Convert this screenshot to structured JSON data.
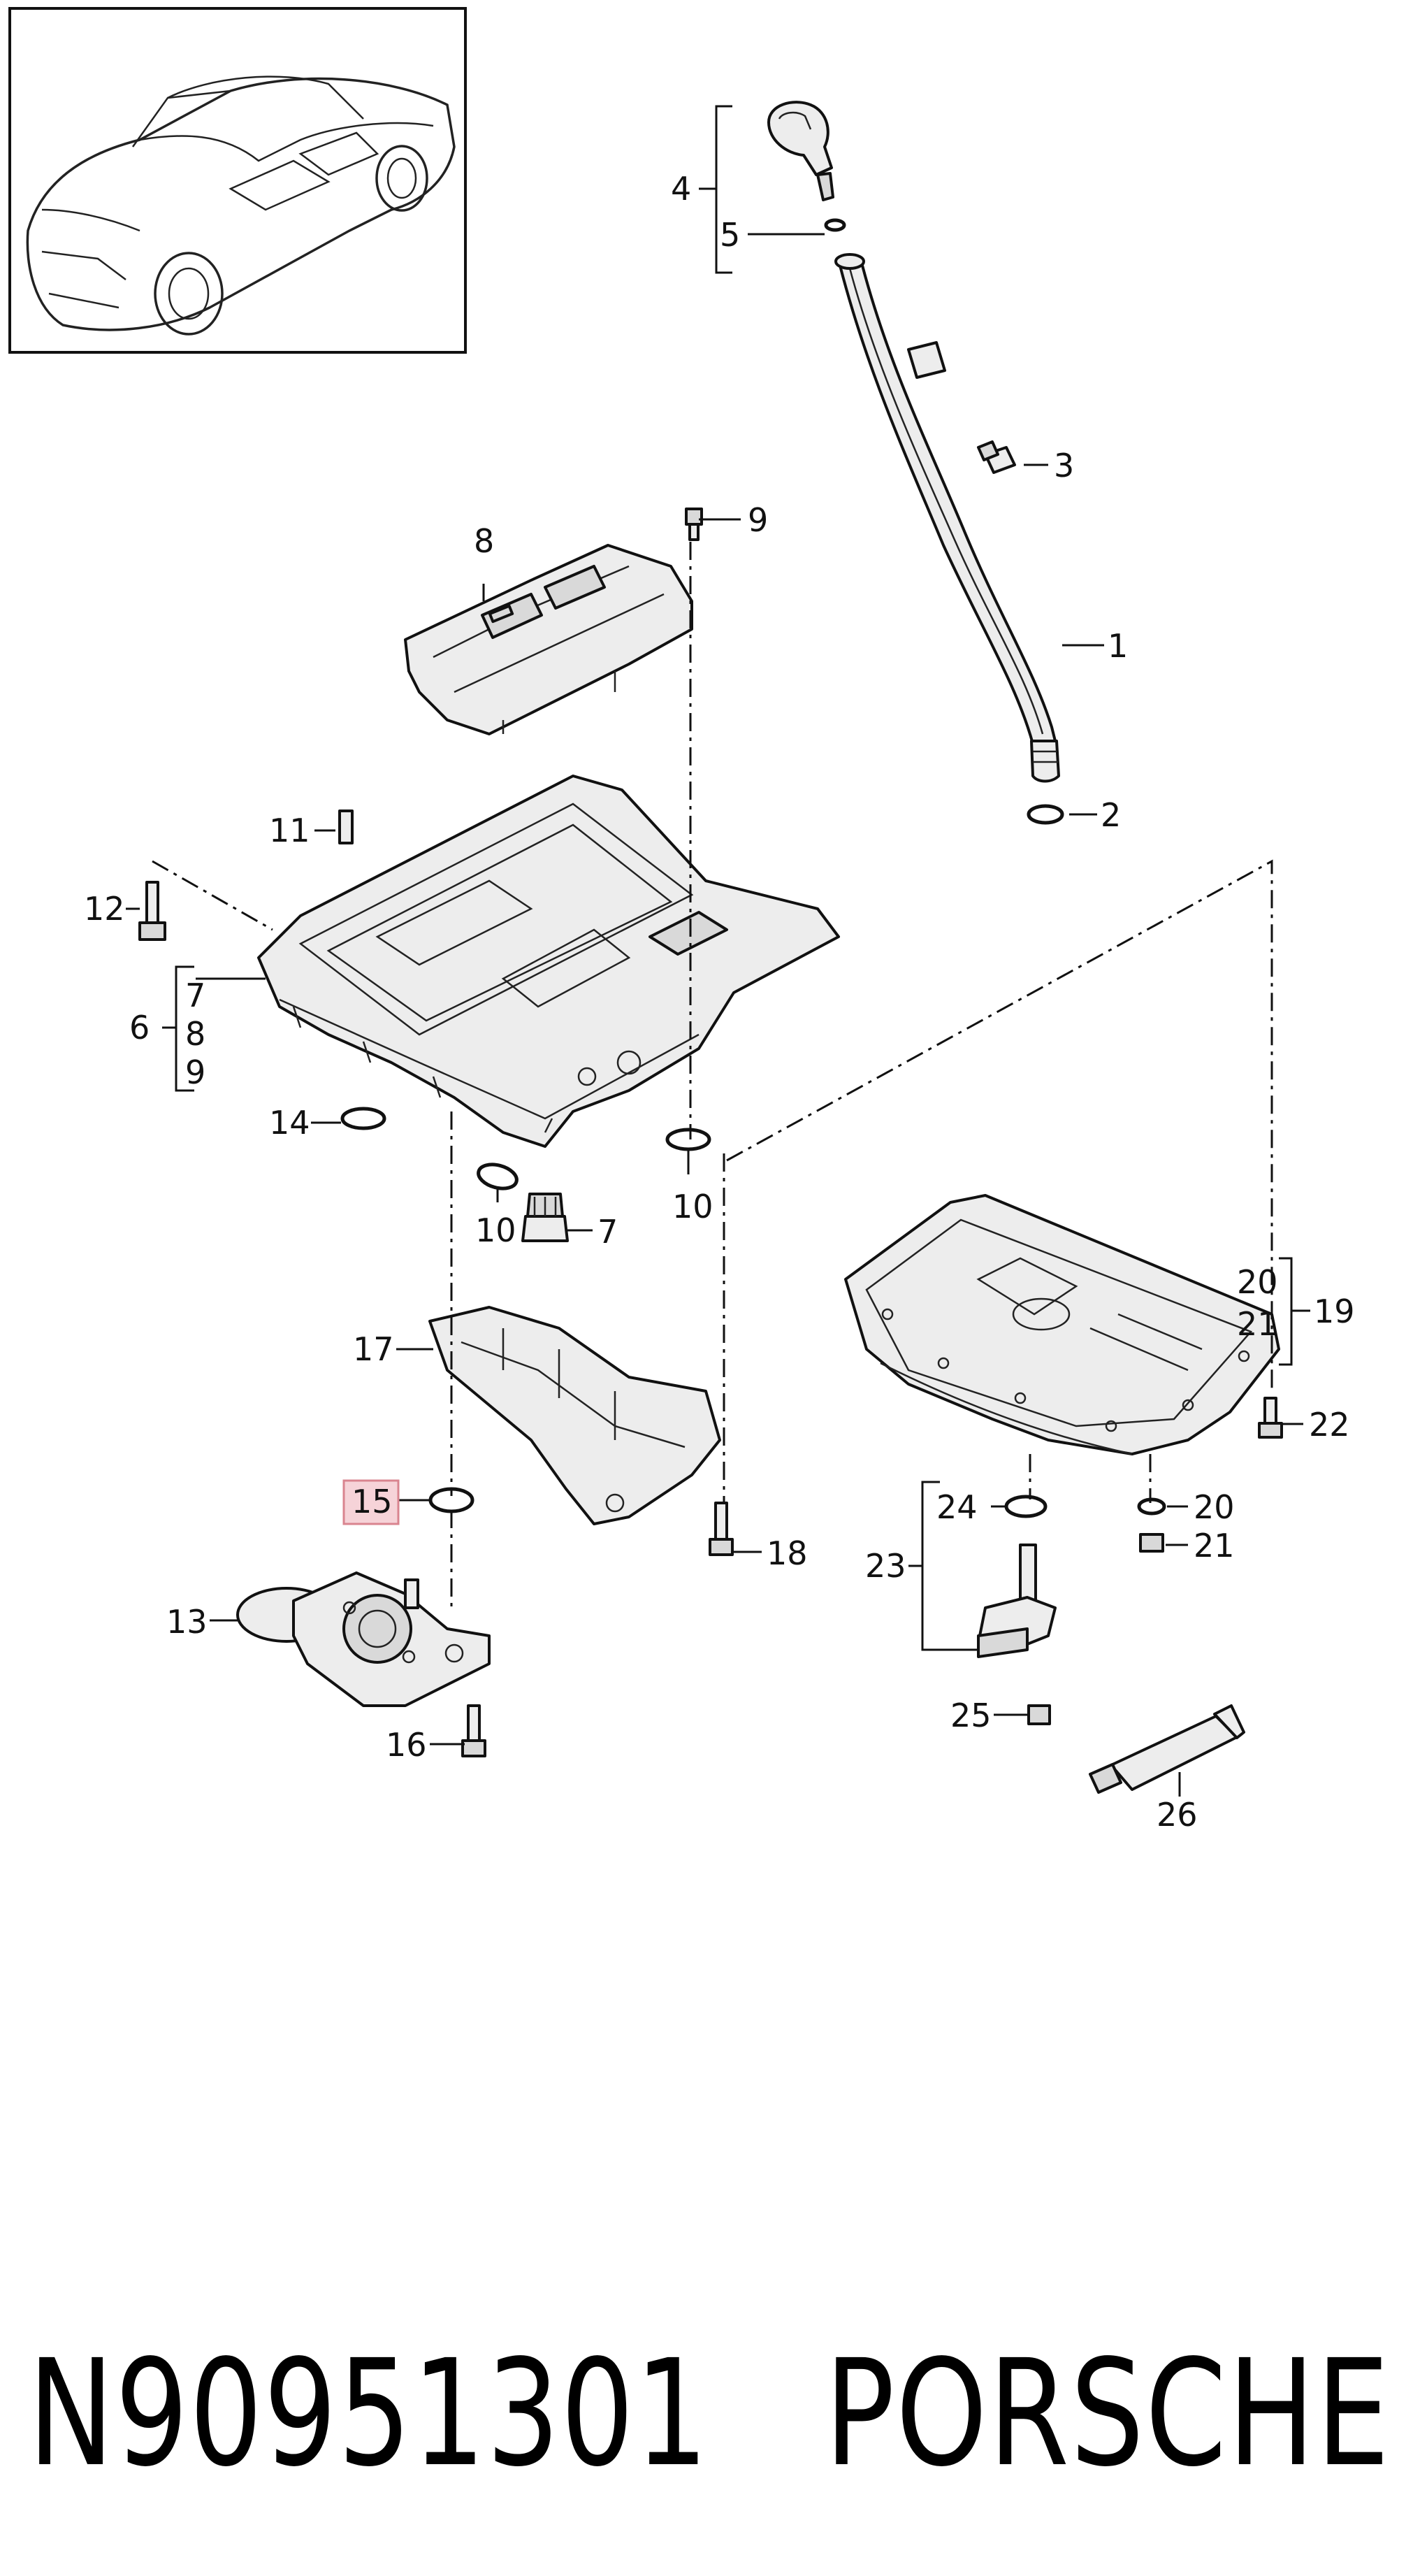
{
  "callouts": {
    "c1": "1",
    "c2": "2",
    "c3": "3",
    "c4": "4",
    "c5": "5",
    "c6": "6",
    "c7a": "7",
    "c7b": "7",
    "c8a": "8",
    "c8b": "8",
    "c9a": "9",
    "c9b": "9",
    "c10a": "10",
    "c10b": "10",
    "c11": "11",
    "c12": "12",
    "c13": "13",
    "c14": "14",
    "c15": "15",
    "c16": "16",
    "c17": "17",
    "c18": "18",
    "c19": "19",
    "c20a": "20",
    "c20b": "20",
    "c21a": "21",
    "c21b": "21",
    "c22": "22",
    "c23": "23",
    "c24": "24",
    "c25": "25",
    "c26": "26"
  },
  "highlighted_callout": "15",
  "highlight_color": "#f6d3d8",
  "highlight_border": "#d9848f",
  "part_number": "N90951301",
  "brand": "PORSCHE"
}
